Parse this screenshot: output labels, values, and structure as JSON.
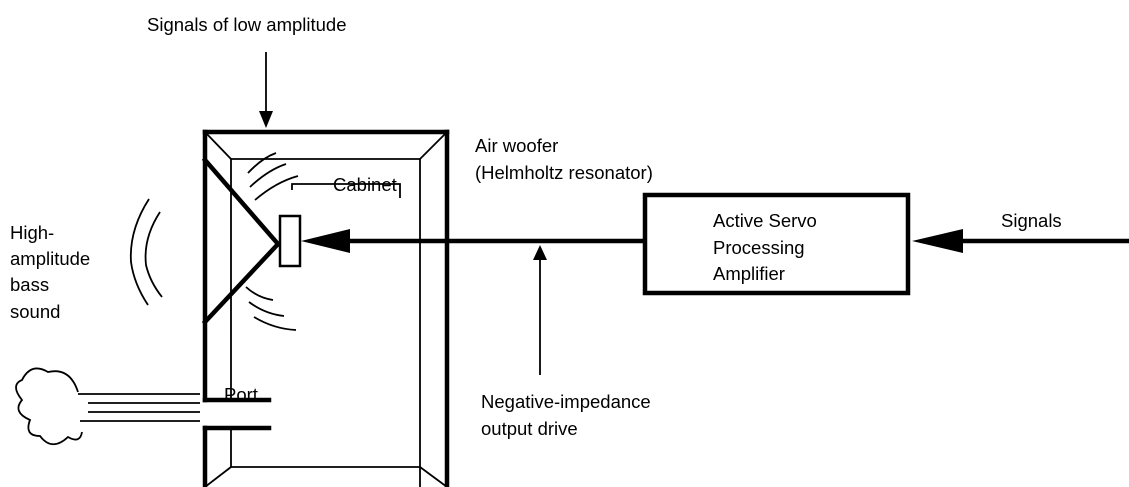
{
  "labels": {
    "low_amplitude": "Signals of low amplitude",
    "air_woofer_line1": "Air woofer",
    "air_woofer_line2": "(Helmholtz resonator)",
    "cabinet": "Cabinet",
    "high_amp_line1": "High-",
    "high_amp_line2": "amplitude",
    "high_amp_line3": "bass",
    "high_amp_line4": "sound",
    "port": "Port",
    "negative_line1": "Negative-impedance",
    "negative_line2": "output drive",
    "amp_line1": "Active Servo",
    "amp_line2": "Processing",
    "amp_line3": "Amplifier",
    "signals": "Signals"
  }
}
